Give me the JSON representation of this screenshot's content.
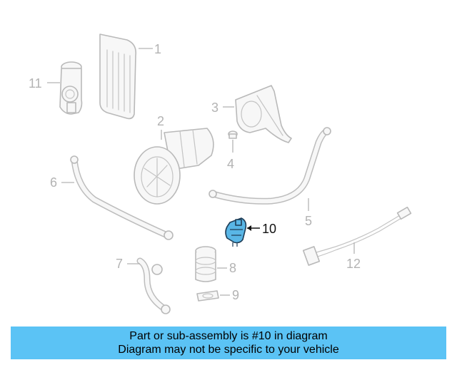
{
  "diagram": {
    "callouts": [
      {
        "id": "1",
        "label": "1"
      },
      {
        "id": "2",
        "label": "2"
      },
      {
        "id": "3",
        "label": "3"
      },
      {
        "id": "4",
        "label": "4"
      },
      {
        "id": "5",
        "label": "5"
      },
      {
        "id": "6",
        "label": "6"
      },
      {
        "id": "7",
        "label": "7"
      },
      {
        "id": "8",
        "label": "8"
      },
      {
        "id": "9",
        "label": "9"
      },
      {
        "id": "10",
        "label": "10",
        "highlighted": true
      },
      {
        "id": "11",
        "label": "11"
      },
      {
        "id": "12",
        "label": "12"
      }
    ],
    "highlight_color": "#59b6e6"
  },
  "banner": {
    "line1": "Part or sub-assembly is #10 in diagram",
    "line2": "Diagram may not be specific to your vehicle",
    "background": "#5bc3f5"
  }
}
